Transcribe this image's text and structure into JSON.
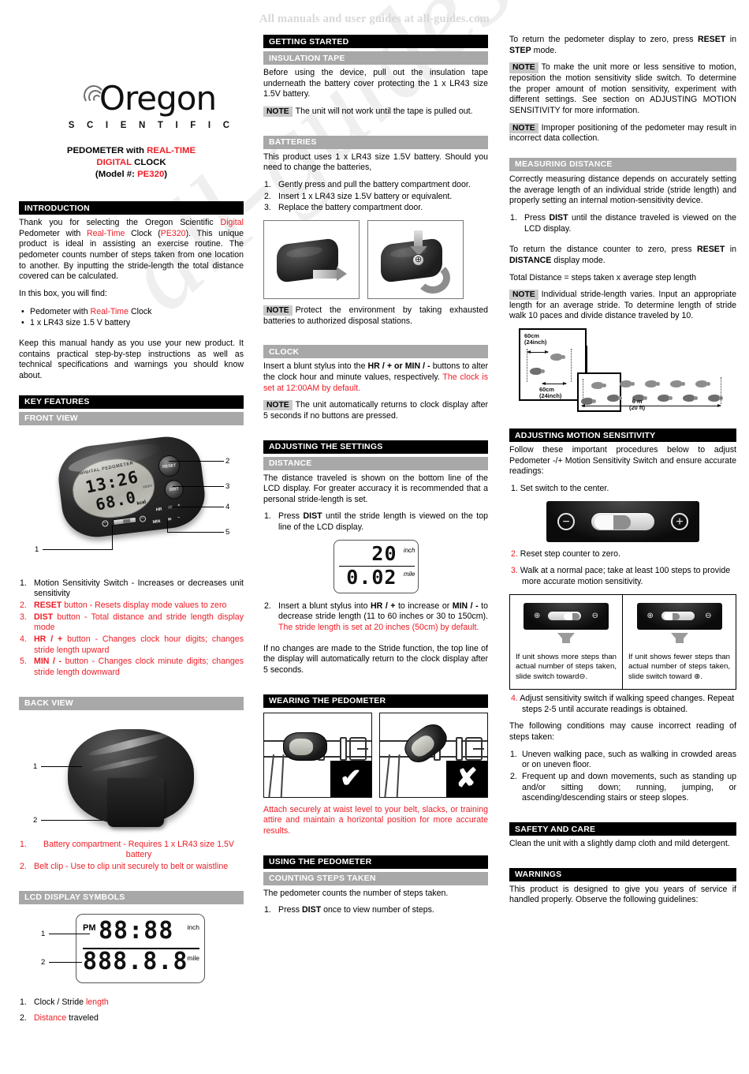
{
  "watermark": {
    "top_banner": "All manuals and user guides at all-guides.com",
    "diagonal": "all-guides.com"
  },
  "brand": {
    "name": "Oregon",
    "subtitle": "S C I E N T I F I C"
  },
  "cover": {
    "title_line1_a": "PEDOMETER with ",
    "title_line1_b": "REAL-TIME",
    "title_line2_a": "DIGITAL",
    "title_line2_b": " CLOCK",
    "model_a": "(Model #: ",
    "model_b": "PE320",
    "model_c": ")"
  },
  "column1": {
    "introduction": {
      "heading": "INTRODUCTION",
      "para1_p1": "Thank you for selecting the Oregon Scientific ",
      "para1_r1": "Digital",
      "para1_p2": " Pedometer with ",
      "para1_r2": "Real-Time",
      "para1_p3": " Clock (",
      "para1_r3": "PE320",
      "para1_p4": "). This unique product is ideal in assisting an exercise routine. The pedometer counts number of steps taken from one location to another. By inputting the stride-length the total distance covered can be calculated.",
      "para2": "In this box, you will find:",
      "bullet1_p1": "Pedometer with ",
      "bullet1_r1": "Real-Time",
      "bullet1_p2": " Clock",
      "bullet2": "1 x LR43 size 1.5 V battery",
      "para3": "Keep this manual handy as you use your new product. It contains practical step-by-step instructions as well as technical specifications and warnings you should know about."
    },
    "key_features": {
      "heading": "KEY FEATURES",
      "front_view_heading": "FRONT VIEW",
      "device_lcd": {
        "brand_text": "DIGITAL PEDOMETER",
        "line1": "13:26",
        "line2": "68.0",
        "unit_kcal": "kcal",
        "unit_steps": "steps"
      },
      "buttons": {
        "reset": "RESET",
        "dist": "DIST",
        "hr_label": "HR",
        "hr_sym": "+",
        "min_label": "MIN",
        "min_sym": "–"
      },
      "callouts": [
        "1",
        "2",
        "3",
        "4",
        "5"
      ],
      "front_list": [
        {
          "num": "1.",
          "red": false,
          "bold": "",
          "text": "Motion Sensitivity Switch - Increases or decreases unit sensitivity"
        },
        {
          "num": "2.",
          "red": true,
          "bold": "RESET",
          "text": " button - Resets display mode values to zero"
        },
        {
          "num": "3.",
          "red": true,
          "bold": "DIST",
          "text": " button - Total distance and stride length display mode"
        },
        {
          "num": "4.",
          "red": true,
          "bold": "HR / +",
          "text": " button - Changes clock hour digits; changes stride length upward"
        },
        {
          "num": "5.",
          "red": true,
          "bold": "MIN / -",
          "text": " button - Changes clock minute digits; changes stride length downward"
        }
      ],
      "back_view_heading": "BACK VIEW",
      "back_callouts": [
        "1",
        "2"
      ],
      "back_list": [
        {
          "num": "1.",
          "text": "Battery compartment - Requires 1 x LR43 size 1.5V battery"
        },
        {
          "num": "2.",
          "text": "Belt clip - Use to clip unit securely to belt or waistline"
        }
      ]
    },
    "lcd_symbols": {
      "heading": "LCD DISPLAY SYMBOLS",
      "pm": "PM",
      "row1_digits": "88:88",
      "row1_unit": "inch",
      "row2_digits": "888.8.8",
      "row2_unit": "mile",
      "callouts": [
        "1",
        "2"
      ],
      "list": [
        {
          "num": "1.",
          "p1": "Clock / Stride ",
          "r1": "length"
        },
        {
          "num": "2.",
          "r1": "Distance",
          "p1": " traveled"
        }
      ]
    }
  },
  "column2": {
    "getting_started": {
      "heading": "GETTING STARTED",
      "insulation_heading": "INSULATION TAPE",
      "insulation_text": "Before using the device, pull out the insulation tape underneath the battery cover protecting the 1 x LR43 size 1.5V battery.",
      "insulation_note_tag": "NOTE",
      "insulation_note": "The unit will not work until the tape is pulled out.",
      "batteries_heading": "BATTERIES",
      "batteries_text": "This product uses 1 x LR43 size 1.5V battery. Should you need to change the batteries,",
      "batteries_steps": [
        "Gently press and pull the battery compartment door.",
        "Insert 1 x LR43 size 1.5V battery or equivalent.",
        "Replace the battery compartment door."
      ],
      "batteries_note_tag": "NOTE",
      "batteries_note": "Protect the environment by taking exhausted batteries to authorized disposal stations."
    },
    "clock": {
      "heading": "CLOCK",
      "p1": "Insert a blunt stylus into the ",
      "b1": "HR / + or MIN / -",
      "p2": " buttons to alter the clock hour and minute values, respectively. ",
      "r1": "The clock is set at 12:00AM by default.",
      "note_tag": "NOTE",
      "note": "The unit automatically returns to clock display after 5 seconds if no buttons are pressed."
    },
    "settings": {
      "heading": "ADJUSTING THE SETTINGS",
      "distance_heading": "DISTANCE",
      "distance_text": "The distance traveled is shown on the bottom line of the LCD display. For greater accuracy it is recommended that a personal stride-length is set.",
      "step1_p1": "Press ",
      "step1_b1": "DIST",
      "step1_p2": " until the stride length is viewed on the top line of the LCD display.",
      "lcd": {
        "row1": "20",
        "unit1": "inch",
        "row2": "0.02",
        "unit2": "mile"
      },
      "step2_p1": "Insert a blunt stylus into ",
      "step2_b1": "HR / +",
      "step2_p2": " to increase or ",
      "step2_b2": "MIN / -",
      "step2_p3": "  to decrease stride length (11 to 60 inches or 30 to 150cm). ",
      "step2_r1": "The stride length is set at 20 inches (50cm) by default.",
      "closing": "If no changes are made to the Stride function, the top line of the display will automatically return to the clock display after 5 seconds."
    },
    "wearing": {
      "heading": "WEARING THE PEDOMETER",
      "check_mark": "✔",
      "cross_mark": "✘",
      "caption": "Attach securely at waist level to your belt, slacks, or training attire and maintain a horizontal position for more accurate results."
    },
    "using": {
      "heading": "USING THE PEDOMETER",
      "counting_heading": "COUNTING STEPS TAKEN",
      "text": "The pedometer counts the number of steps taken.",
      "step1_p1": "Press ",
      "step1_b1": "DIST",
      "step1_p2": " once to view number of steps."
    }
  },
  "column3": {
    "reset_text_p1": "To return the pedometer display to zero, press ",
    "reset_text_b1": "RESET",
    "reset_text_p2": " in ",
    "reset_text_b2": "STEP",
    "reset_text_p3": " mode.",
    "note1_tag": "NOTE",
    "note1": "To make the unit more or less sensitive to motion, reposition the motion sensitivity slide switch. To determine the proper amount of motion sensitivity, experiment with different settings. See section on ADJUSTING MOTION SENSITIVITY for more information.",
    "note2_tag": "NOTE",
    "note2": "Improper positioning of the pedometer may result in incorrect data collection.",
    "measuring": {
      "heading": "MEASURING DISTANCE",
      "text": "Correctly measuring distance depends on accurately setting the average length of an individual stride (stride length) and properly setting an internal motion-sensitivity device.",
      "step1_p1": "Press ",
      "step1_b1": "DIST",
      "step1_p2": " until the distance traveled is viewed on the LCD display.",
      "p2_a": "To return the distance counter to zero, press ",
      "p2_b1": "RESET",
      "p2_b": " in ",
      "p2_b2": "DISTANCE",
      "p2_c": " display mode.",
      "formula": "Total Distance = steps taken x average step length",
      "note_tag": "NOTE",
      "note": "Individual stride-length varies. Input an appropriate length for an average stride. To determine length of stride walk 10 paces and divide distance traveled by 10.",
      "fig": {
        "label_top_1": "60cm",
        "label_top_2": "(24inch)",
        "label_bot_1": "60cm",
        "label_bot_2": "(24inch)",
        "dim_1": "6 m",
        "dim_2": "(20 ft)"
      }
    },
    "sensitivity": {
      "heading": "ADJUSTING MOTION SENSITIVITY",
      "intro": "Follow these important procedures below to adjust Pedometer -/+ Motion Sensitivity Switch and ensure accurate readings:",
      "step1_num": "1.",
      "step1": "Set switch to the center.",
      "switch_minus": "⊖",
      "switch_plus": "⊕",
      "step2_num": "2.",
      "step2": "Reset step counter to zero.",
      "step3_num": "3.",
      "step3": "Walk at a normal pace; take at least 100 steps to provide more accurate motion sensitivity.",
      "caption_left_a": "If unit shows more steps than actual number of steps taken, slide switch toward",
      "caption_left_sym": "⊖",
      "caption_left_b": ".",
      "caption_right_a": "If unit shows fewer steps than actual number of steps taken, slide switch toward ",
      "caption_right_sym": "⊕",
      "caption_right_b": ".",
      "step4_num": "4.",
      "step4": "Adjust sensitivity switch if walking speed changes. Repeat steps 2-5 until accurate readings is obtained.",
      "conditions_intro": "The following conditions may cause incorrect reading of steps taken:",
      "conditions": [
        "Uneven walking pace, such as walking in crowded areas or on uneven floor.",
        "Frequent up and down movements, such as standing up and/or sitting down; running, jumping, or ascending/descending stairs or steep slopes."
      ]
    },
    "safety": {
      "heading": "SAFETY AND CARE",
      "text": "Clean the unit with a slightly damp cloth and mild detergent."
    },
    "warnings": {
      "heading": "WARNINGS",
      "text": "This product is designed to give you years of service if handled properly.  Observe the following guidelines:"
    }
  },
  "colors": {
    "red": "#ee1c25",
    "header_black": "#000000",
    "header_grey": "#a8a8a8"
  }
}
